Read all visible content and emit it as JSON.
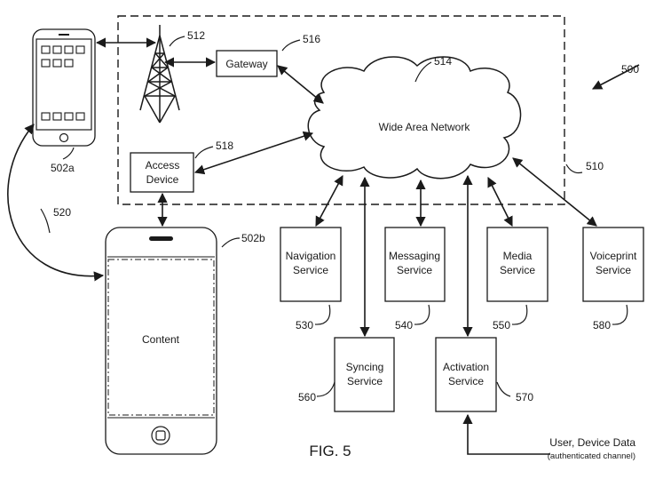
{
  "figure": {
    "fig_label": "FIG. 5",
    "system_ref": "500",
    "network_boundary_ref": "510"
  },
  "devices": {
    "phone_small": {
      "ref": "502a"
    },
    "phone_large": {
      "ref": "502b",
      "content_label": "Content"
    },
    "tower": {
      "ref": "512"
    },
    "gateway": {
      "label": "Gateway",
      "ref": "516"
    },
    "access_device": {
      "label_line1": "Access",
      "label_line2": "Device",
      "ref": "518"
    },
    "wan": {
      "label": "Wide Area Network",
      "ref": "514"
    },
    "link": {
      "ref": "520"
    }
  },
  "services": [
    {
      "line1": "Navigation",
      "line2": "Service",
      "ref": "530"
    },
    {
      "line1": "Messaging",
      "line2": "Service",
      "ref": "540"
    },
    {
      "line1": "Media",
      "line2": "Service",
      "ref": "550"
    },
    {
      "line1": "Voiceprint",
      "line2": "Service",
      "ref": "580"
    },
    {
      "line1": "Syncing",
      "line2": "Service",
      "ref": "560"
    },
    {
      "line1": "Activation",
      "line2": "Service",
      "ref": "570"
    }
  ],
  "input": {
    "line1": "User, Device Data",
    "line2": "(authenticated channel)"
  },
  "colors": {
    "ink": "#1a1a1a",
    "background": "#ffffff"
  }
}
